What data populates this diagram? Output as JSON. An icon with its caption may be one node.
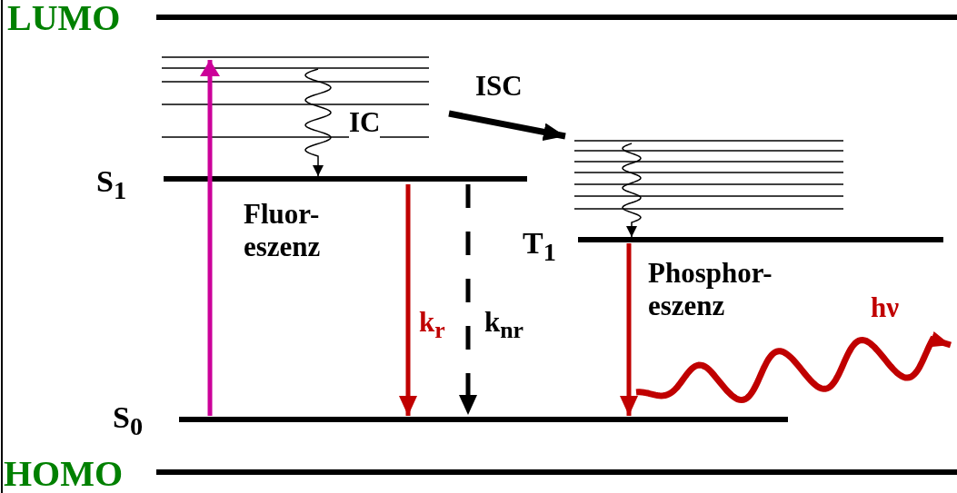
{
  "diagram": {
    "nodes": [
      {
        "text": [
          "LUMO"
        ]
      },
      {
        "text": [],
        "shape": "bar"
      },
      {
        "text": [
          "S$_{1}$"
        ]
      },
      {
        "text": [],
        "shape": "bar"
      },
      {
        "text": [
          "T$_{1}$"
        ]
      },
      {
        "text": [
          "S$_{0}$"
        ]
      },
      {
        "text": [
          "HOMO"
        ]
      }
    ],
    "edges": [
      {
        "from": 5,
        "to": 1,
        "arrow": "to",
        "color": "#cc0099"
      },
      {
        "from": 1,
        "to": 2,
        "arrow": "to",
        "label": "IC"
      },
      {
        "from": 1,
        "to": 3,
        "arrow": "to",
        "label": "ISC"
      },
      {
        "from": 3,
        "to": 4,
        "arrow": "to"
      },
      {
        "from": 2,
        "to": 5,
        "arrow": "to",
        "label": "k$_{r}$",
        "color": "#c00000"
      },
      {
        "from": 2,
        "to": 5,
        "arrow": "to",
        "label": "k$_{nr}$",
        "style": "dashed"
      },
      {
        "from": 4,
        "to": 5,
        "arrow": "to",
        "color": "#c00000"
      },
      {
        "from": 5,
        "to": null,
        "arrow": "to",
        "label": "hν",
        "color": "#c00000"
      }
    ],
    "labels": [
      "Fluor- eszenz",
      "Phosphor- eszenz"
    ]
  }
}
